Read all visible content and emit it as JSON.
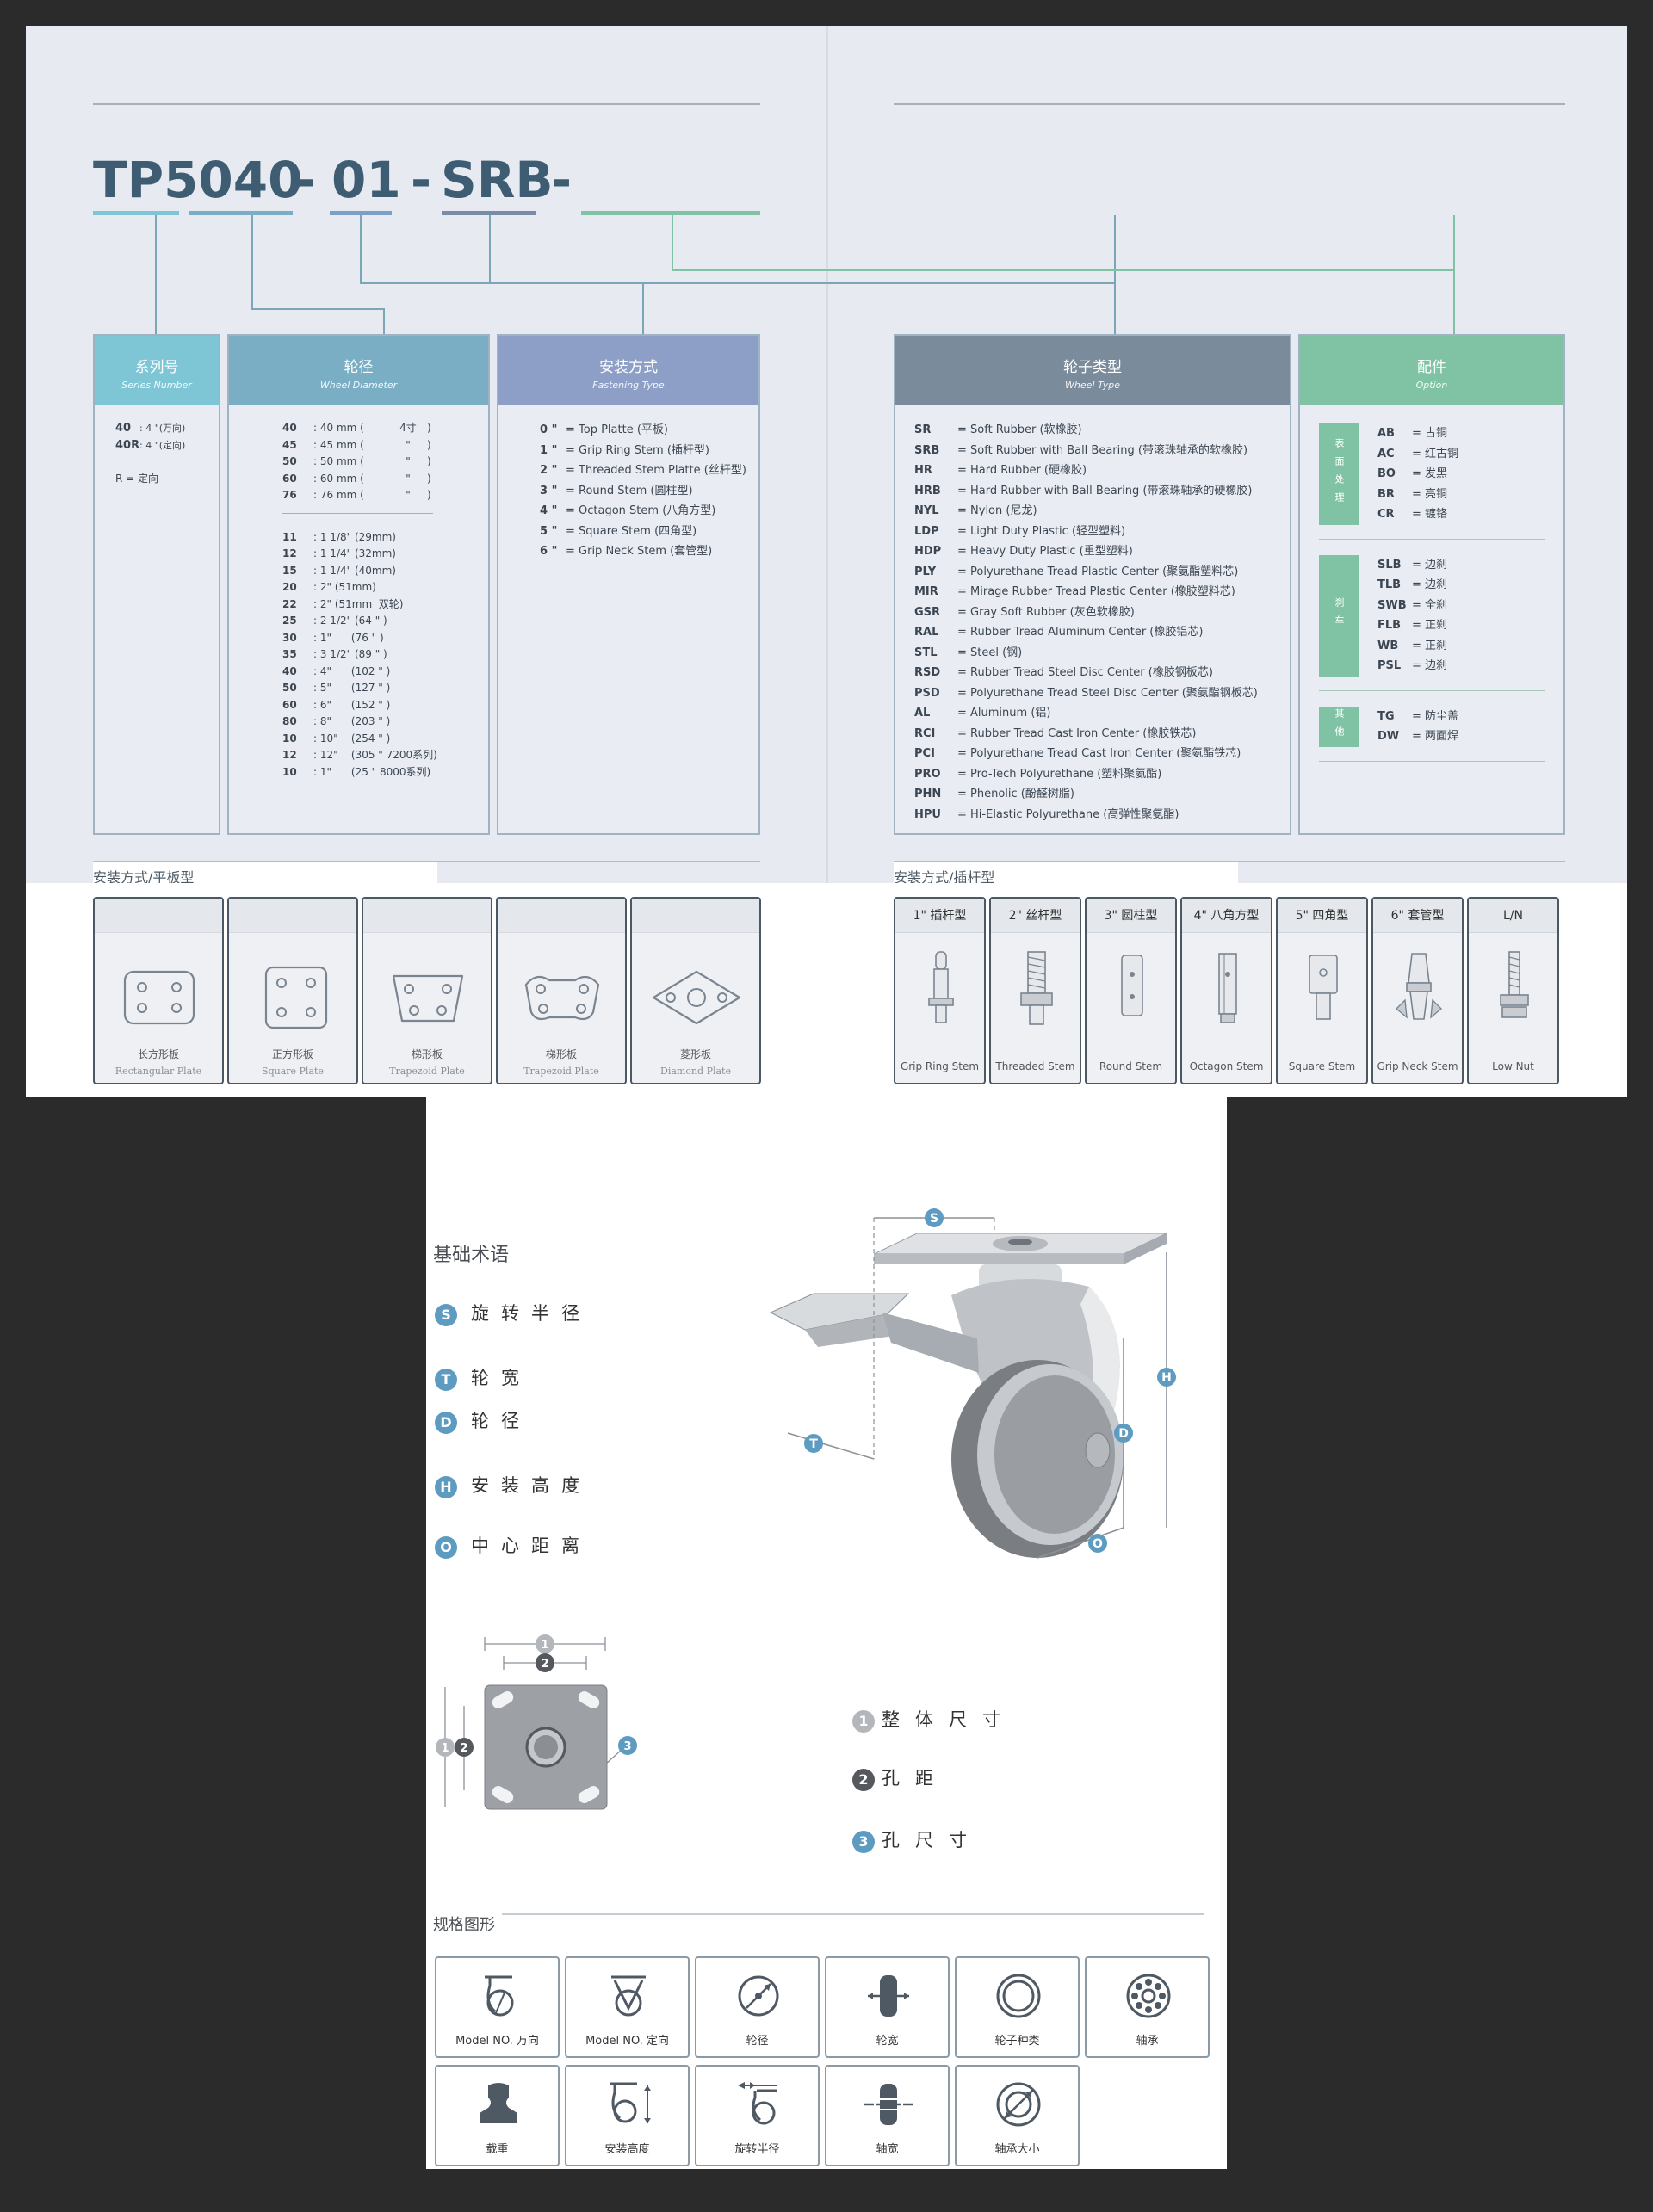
{
  "model_code": {
    "series": "TP5040",
    "sep1": "-",
    "diameter": "01",
    "sep2": "-",
    "wheel": "SRB",
    "sep3": "-"
  },
  "colors": {
    "series": "#7ec5d5",
    "diameter": "#7aaec4",
    "fastening": "#8d9fc6",
    "wheel_type": "#7a8b9c",
    "option": "#7fc3a4"
  },
  "series_panel": {
    "title_cn": "系列号",
    "title_en": "Series Number",
    "rows": [
      {
        "k": "40",
        "v": ": 4 \"(万向)"
      },
      {
        "k": "40R",
        "v": ": 4 \"(定向)"
      }
    ],
    "note": "R = 定向"
  },
  "diameter_panel": {
    "title_cn": "轮径",
    "title_en": "Wheel Diameter",
    "mm_rows": [
      {
        "k": "40",
        "v": ": 40 mm (",
        "n": "4寸",
        "e": ")"
      },
      {
        "k": "45",
        "v": ": 45 mm (",
        "n": "\"",
        "e": ")"
      },
      {
        "k": "50",
        "v": ": 50 mm (",
        "n": "\"",
        "e": ")"
      },
      {
        "k": "60",
        "v": ": 60 mm (",
        "n": "\"",
        "e": ")"
      },
      {
        "k": "76",
        "v": ": 76 mm (",
        "n": "\"",
        "e": ")"
      }
    ],
    "inch_rows": [
      {
        "k": "11",
        "v": ": 1 1/8\" (29mm)"
      },
      {
        "k": "12",
        "v": ": 1 1/4\" (32mm)"
      },
      {
        "k": "15",
        "v": ": 1 1/4\" (40mm)"
      },
      {
        "k": "20",
        "v": ": 2\" (51mm)"
      },
      {
        "k": "22",
        "v": ": 2\" (51mm  双轮)"
      },
      {
        "k": "25",
        "v": ": 2 1/2\" (64 \" )"
      },
      {
        "k": "30",
        "v": ": 1\"      (76 \" )"
      },
      {
        "k": "35",
        "v": ": 3 1/2\" (89 \" )"
      },
      {
        "k": "40",
        "v": ": 4\"      (102 \" )"
      },
      {
        "k": "50",
        "v": ": 5\"      (127 \" )"
      },
      {
        "k": "60",
        "v": ": 6\"      (152 \" )"
      },
      {
        "k": "80",
        "v": ": 8\"      (203 \" )"
      },
      {
        "k": "10",
        "v": ": 10\"    (254 \" )"
      },
      {
        "k": "12",
        "v": ": 12\"    (305 \" 7200系列)"
      },
      {
        "k": "10",
        "v": ": 1\"      (25 \" 8000系列)"
      }
    ]
  },
  "fastening_panel": {
    "title_cn": "安装方式",
    "title_en": "Fastening Type",
    "rows": [
      {
        "k": "0 \"",
        "v": "=  Top Platte (平板)"
      },
      {
        "k": "1 \"",
        "v": "=  Grip Ring Stem (插杆型)"
      },
      {
        "k": "2 \"",
        "v": "=  Threaded Stem Platte (丝杆型)"
      },
      {
        "k": "3 \"",
        "v": "=  Round Stem (圆柱型)"
      },
      {
        "k": "4 \"",
        "v": "=  Octagon Stem (八角方型)"
      },
      {
        "k": "5 \"",
        "v": "=  Square Stem (四角型)"
      },
      {
        "k": "6 \"",
        "v": "=  Grip Neck Stem (套管型)"
      }
    ]
  },
  "wheel_panel": {
    "title_cn": "轮子类型",
    "title_en": "Wheel Type",
    "rows": [
      {
        "k": "SR",
        "v": "=  Soft Rubber (软橡胶)"
      },
      {
        "k": "SRB",
        "v": "=  Soft Rubber with Ball Bearing (带滚珠轴承的软橡胶)"
      },
      {
        "k": "HR",
        "v": "=  Hard Rubber (硬橡胶)"
      },
      {
        "k": "HRB",
        "v": "=  Hard Rubber with Ball Bearing (带滚珠轴承的硬橡胶)"
      },
      {
        "k": "NYL",
        "v": "=  Nylon (尼龙)"
      },
      {
        "k": "LDP",
        "v": "=  Light Duty Plastic (轻型塑料)"
      },
      {
        "k": "HDP",
        "v": "=  Heavy Duty Plastic (重型塑料)"
      },
      {
        "k": "PLY",
        "v": "=  Polyurethane Tread Plastic Center (聚氨酯塑料芯)"
      },
      {
        "k": "MIR",
        "v": "=  Mirage Rubber Tread Plastic Center (橡胶塑料芯)"
      },
      {
        "k": "GSR",
        "v": "=  Gray Soft Rubber (灰色软橡胶)"
      },
      {
        "k": "RAL",
        "v": "=  Rubber Tread Aluminum Center (橡胶铝芯)"
      },
      {
        "k": "STL",
        "v": "=  Steel (钢)"
      },
      {
        "k": "RSD",
        "v": "=  Rubber Tread Steel Disc Center (橡胶钢板芯)"
      },
      {
        "k": "PSD",
        "v": "=  Polyurethane Tread Steel Disc Center (聚氨酯钢板芯)"
      },
      {
        "k": "AL",
        "v": "=  Aluminum (铝)"
      },
      {
        "k": "RCI",
        "v": "=  Rubber Tread Cast Iron Center (橡胶铁芯)"
      },
      {
        "k": "PCI",
        "v": "=  Polyurethane Tread Cast Iron Center (聚氨酯铁芯)"
      },
      {
        "k": "PRO",
        "v": "=  Pro-Tech Polyurethane (塑料聚氨酯)"
      },
      {
        "k": "PHN",
        "v": "=  Phenolic (酚醛树脂)"
      },
      {
        "k": "HPU",
        "v": "=  Hi-Elastic Polyurethane (高弹性聚氨酯)"
      }
    ]
  },
  "option_panel": {
    "title_cn": "配件",
    "title_en": "Option",
    "groups": [
      {
        "tag": "表面处理",
        "rows": [
          {
            "k": "AB",
            "v": "=  古铜"
          },
          {
            "k": "AC",
            "v": "=  红古铜"
          },
          {
            "k": "BO",
            "v": "=  发黑"
          },
          {
            "k": "BR",
            "v": "=  亮铜"
          },
          {
            "k": "CR",
            "v": "=  镀铬"
          }
        ]
      },
      {
        "tag": "刹车",
        "rows": [
          {
            "k": "SLB",
            "v": "=  边刹"
          },
          {
            "k": "TLB",
            "v": "=  边刹"
          },
          {
            "k": "SWB",
            "v": "=  全刹"
          },
          {
            "k": "FLB",
            "v": "=  正刹"
          },
          {
            "k": "WB",
            "v": "=  正刹"
          },
          {
            "k": "PSL",
            "v": "=  边刹"
          }
        ]
      },
      {
        "tag": "其他",
        "rows": [
          {
            "k": "TG",
            "v": "=  防尘盖"
          },
          {
            "k": "DW",
            "v": "=  两面焊"
          }
        ]
      }
    ]
  },
  "plate_section": {
    "title": "安装方式/平板型",
    "cards": [
      {
        "cn": "长方形板",
        "en": "Rectangular Plate"
      },
      {
        "cn": "正方形板",
        "en": "Square Plate"
      },
      {
        "cn": "梯形板",
        "en": "Trapezoid Plate"
      },
      {
        "cn": "梯形板",
        "en": "Trapezoid Plate"
      },
      {
        "cn": "菱形板",
        "en": "Diamond Plate"
      }
    ]
  },
  "stem_section": {
    "title": "安装方式/插杆型",
    "cards": [
      {
        "head": "1\" 插杆型",
        "label": "Grip Ring Stem"
      },
      {
        "head": "2\" 丝杆型",
        "label": "Threaded Stem"
      },
      {
        "head": "3\" 圆柱型",
        "label": "Round Stem"
      },
      {
        "head": "4\" 八角方型",
        "label": "Octagon Stem"
      },
      {
        "head": "5\" 四角型",
        "label": "Square Stem"
      },
      {
        "head": "6\" 套管型",
        "label": "Grip Neck Stem"
      },
      {
        "head": "L/N",
        "label": "Low Nut"
      }
    ]
  },
  "terms": {
    "title": "基础术语",
    "items": [
      {
        "letter": "S",
        "text": "旋转半径"
      },
      {
        "letter": "T",
        "text": "轮宽"
      },
      {
        "letter": "D",
        "text": "轮径"
      },
      {
        "letter": "H",
        "text": "安装高度"
      },
      {
        "letter": "O",
        "text": "中心距离"
      }
    ],
    "diagram_letters": {
      "s": "S",
      "h": "H",
      "d": "D",
      "t": "T",
      "o": "O"
    }
  },
  "plate_terms": {
    "items": [
      {
        "num": "1",
        "text": "整体尺寸"
      },
      {
        "num": "2",
        "text": "孔距"
      },
      {
        "num": "3",
        "text": "孔尺寸"
      }
    ],
    "diagram_nums": {
      "one": "1",
      "two": "2",
      "three": "3"
    }
  },
  "spec_section": {
    "title": "规格图形",
    "icons": [
      {
        "label": "Model NO. 万向"
      },
      {
        "label": "Model NO. 定向"
      },
      {
        "label": "轮径"
      },
      {
        "label": "轮宽"
      },
      {
        "label": "轮子种类"
      },
      {
        "label": "轴承"
      },
      {
        "label": "载重"
      },
      {
        "label": "安装高度"
      },
      {
        "label": "旋转半径"
      },
      {
        "label": "轴宽"
      },
      {
        "label": "轴承大小"
      }
    ]
  }
}
